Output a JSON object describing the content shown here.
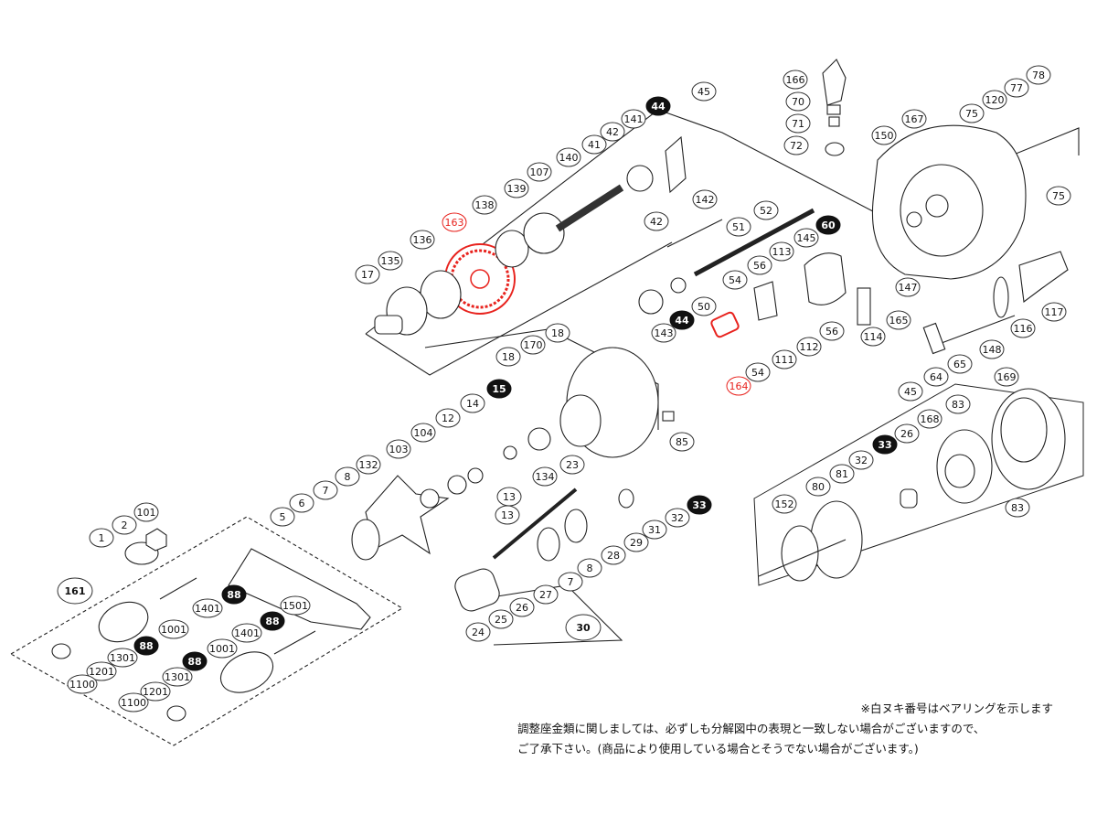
{
  "callouts": [
    {
      "label": "166",
      "style": "normal"
    },
    {
      "label": "70",
      "style": "normal"
    },
    {
      "label": "71",
      "style": "normal"
    },
    {
      "label": "72",
      "style": "normal"
    },
    {
      "label": "45",
      "style": "normal"
    },
    {
      "label": "44",
      "style": "black"
    },
    {
      "label": "141",
      "style": "normal"
    },
    {
      "label": "42",
      "style": "normal"
    },
    {
      "label": "41",
      "style": "normal"
    },
    {
      "label": "140",
      "style": "normal"
    },
    {
      "label": "107",
      "style": "normal"
    },
    {
      "label": "139",
      "style": "normal"
    },
    {
      "label": "138",
      "style": "normal"
    },
    {
      "label": "163",
      "style": "red"
    },
    {
      "label": "136",
      "style": "normal"
    },
    {
      "label": "135",
      "style": "normal"
    },
    {
      "label": "17",
      "style": "normal"
    },
    {
      "label": "142",
      "style": "normal"
    },
    {
      "label": "42",
      "style": "normal"
    },
    {
      "label": "52",
      "style": "normal"
    },
    {
      "label": "51",
      "style": "normal"
    },
    {
      "label": "60",
      "style": "black"
    },
    {
      "label": "145",
      "style": "normal"
    },
    {
      "label": "113",
      "style": "normal"
    },
    {
      "label": "56",
      "style": "normal"
    },
    {
      "label": "54",
      "style": "normal"
    },
    {
      "label": "50",
      "style": "normal"
    },
    {
      "label": "44",
      "style": "black"
    },
    {
      "label": "143",
      "style": "normal"
    },
    {
      "label": "164",
      "style": "red"
    },
    {
      "label": "54",
      "style": "normal"
    },
    {
      "label": "111",
      "style": "normal"
    },
    {
      "label": "112",
      "style": "normal"
    },
    {
      "label": "56",
      "style": "normal"
    },
    {
      "label": "114",
      "style": "normal"
    },
    {
      "label": "165",
      "style": "normal"
    },
    {
      "label": "147",
      "style": "normal"
    },
    {
      "label": "150",
      "style": "normal"
    },
    {
      "label": "167",
      "style": "normal"
    },
    {
      "label": "75",
      "style": "normal"
    },
    {
      "label": "120",
      "style": "normal"
    },
    {
      "label": "77",
      "style": "normal"
    },
    {
      "label": "78",
      "style": "normal"
    },
    {
      "label": "75",
      "style": "normal"
    },
    {
      "label": "117",
      "style": "normal"
    },
    {
      "label": "116",
      "style": "normal"
    },
    {
      "label": "148",
      "style": "normal"
    },
    {
      "label": "65",
      "style": "normal"
    },
    {
      "label": "64",
      "style": "normal"
    },
    {
      "label": "45",
      "style": "normal"
    },
    {
      "label": "169",
      "style": "normal"
    },
    {
      "label": "83",
      "style": "normal"
    },
    {
      "label": "168",
      "style": "normal"
    },
    {
      "label": "26",
      "style": "normal"
    },
    {
      "label": "33",
      "style": "black"
    },
    {
      "label": "32",
      "style": "normal"
    },
    {
      "label": "81",
      "style": "normal"
    },
    {
      "label": "80",
      "style": "normal"
    },
    {
      "label": "152",
      "style": "normal"
    },
    {
      "label": "83",
      "style": "normal"
    },
    {
      "label": "18",
      "style": "normal"
    },
    {
      "label": "170",
      "style": "normal"
    },
    {
      "label": "18",
      "style": "normal"
    },
    {
      "label": "15",
      "style": "black"
    },
    {
      "label": "14",
      "style": "normal"
    },
    {
      "label": "12",
      "style": "normal"
    },
    {
      "label": "104",
      "style": "normal"
    },
    {
      "label": "103",
      "style": "normal"
    },
    {
      "label": "132",
      "style": "normal"
    },
    {
      "label": "85",
      "style": "normal"
    },
    {
      "label": "13",
      "style": "normal"
    },
    {
      "label": "13",
      "style": "normal"
    },
    {
      "label": "134",
      "style": "normal"
    },
    {
      "label": "23",
      "style": "normal"
    },
    {
      "label": "33",
      "style": "black"
    },
    {
      "label": "32",
      "style": "normal"
    },
    {
      "label": "31",
      "style": "normal"
    },
    {
      "label": "29",
      "style": "normal"
    },
    {
      "label": "28",
      "style": "normal"
    },
    {
      "label": "8",
      "style": "normal"
    },
    {
      "label": "7",
      "style": "normal"
    },
    {
      "label": "27",
      "style": "normal"
    },
    {
      "label": "26",
      "style": "normal"
    },
    {
      "label": "25",
      "style": "normal"
    },
    {
      "label": "24",
      "style": "normal"
    },
    {
      "label": "30",
      "style": "big"
    },
    {
      "label": "8",
      "style": "normal"
    },
    {
      "label": "7",
      "style": "normal"
    },
    {
      "label": "6",
      "style": "normal"
    },
    {
      "label": "5",
      "style": "normal"
    },
    {
      "label": "101",
      "style": "normal"
    },
    {
      "label": "2",
      "style": "normal"
    },
    {
      "label": "1",
      "style": "normal"
    },
    {
      "label": "161",
      "style": "big"
    },
    {
      "label": "88",
      "style": "black"
    },
    {
      "label": "1401",
      "style": "normal"
    },
    {
      "label": "1501",
      "style": "normal"
    },
    {
      "label": "88",
      "style": "black"
    },
    {
      "label": "1001",
      "style": "normal"
    },
    {
      "label": "88",
      "style": "black"
    },
    {
      "label": "1301",
      "style": "normal"
    },
    {
      "label": "1201",
      "style": "normal"
    },
    {
      "label": "1100",
      "style": "normal"
    },
    {
      "label": "1401",
      "style": "normal"
    },
    {
      "label": "1001",
      "style": "normal"
    },
    {
      "label": "88",
      "style": "black"
    },
    {
      "label": "1301",
      "style": "normal"
    },
    {
      "label": "1201",
      "style": "normal"
    },
    {
      "label": "1100",
      "style": "normal"
    }
  ],
  "notes": {
    "line1": "※白ヌキ番号はベアリングを示します",
    "line2": "調整座金類に関しましては、必ずしも分解図中の表現と一致しない場合がございますので、",
    "line3": "ご了承下さい。(商品により使用している場合とそうでない場合がございます。)"
  },
  "colors": {
    "highlight": "#e8231e",
    "ink": "#1a1a1a",
    "black_badge": "#111111"
  }
}
